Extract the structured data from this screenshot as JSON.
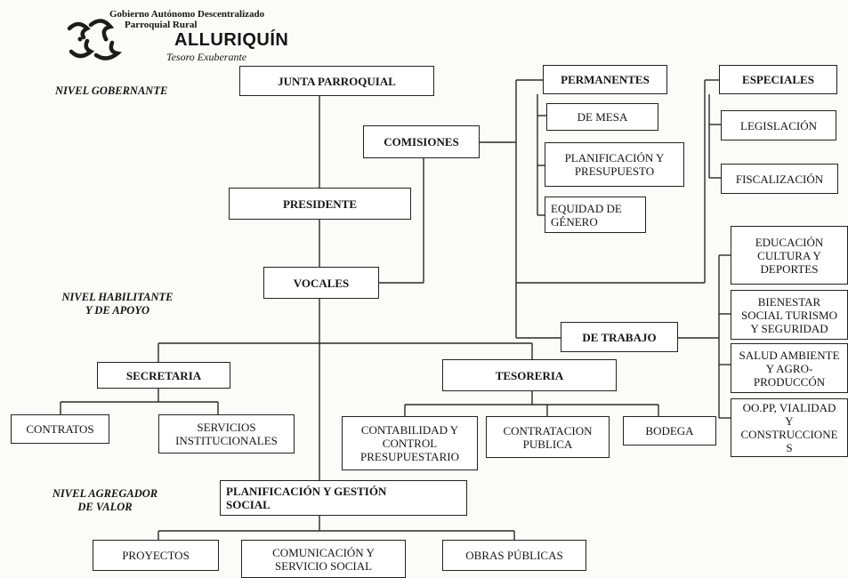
{
  "header": {
    "org_line1": "Gobierno Autónomo Descentralizado",
    "org_line2": "Parroquial Rural",
    "name": "ALLURIQUÍN",
    "tagline": "Tesoro Exuberante"
  },
  "levels": {
    "gobernante": "NIVEL GOBERNANTE",
    "habilitante": "NIVEL HABILITANTE\nY DE APOYO",
    "agregador": "NIVEL AGREGADOR\nDE VALOR"
  },
  "nodes": {
    "junta": "JUNTA PARROQUIAL",
    "comisiones": "COMISIONES",
    "presidente": "PRESIDENTE",
    "vocales": "VOCALES",
    "permanentes": "PERMANENTES",
    "de_mesa": "DE MESA",
    "planificacion_presupuesto": "PLANIFICACIÓN Y\nPRESUPUESTO",
    "equidad": "EQUIDAD DE\nGÉNERO",
    "especiales": "ESPECIALES",
    "legislacion": "LEGISLACIÓN",
    "fiscalizacion": "FISCALIZACIÓN",
    "de_trabajo": "DE TRABAJO",
    "educacion": "EDUCACIÓN\nCULTURA Y\nDEPORTES",
    "bienestar": "BIENESTAR\nSOCIAL TURISMO\nY SEGURIDAD",
    "salud": "SALUD AMBIENTE\nY AGRO-\nPRODUCCÓN",
    "obras_vialidad": "OO.PP, VIALIDAD\nY\nCONSTRUCCIONE\nS",
    "secretaria": "SECRETARIA",
    "contratos": "CONTRATOS",
    "servicios": "SERVICIOS\nINSTITUCIONALES",
    "tesoreria": "TESORERIA",
    "contabilidad": "CONTABILIDAD Y\nCONTROL\nPRESUPUESTARIO",
    "contratacion": "CONTRATACION\nPUBLICA",
    "bodega": "BODEGA",
    "planificacion_gestion": "PLANIFICACIÓN Y GESTIÓN\nSOCIAL",
    "proyectos": "PROYECTOS",
    "comunicacion": "COMUNICACIÓN Y\nSERVICIO SOCIAL",
    "obras_publicas": "OBRAS PÚBLICAS"
  }
}
